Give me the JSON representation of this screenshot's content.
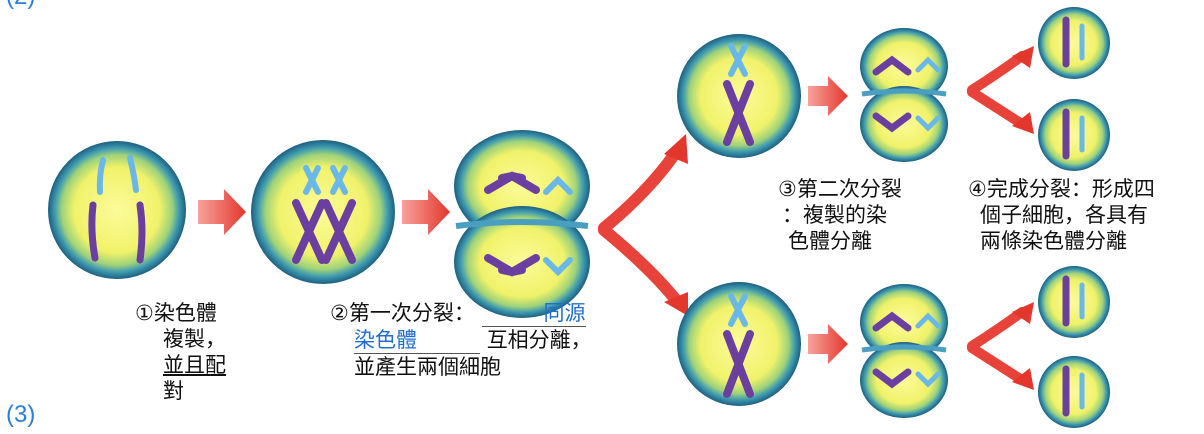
{
  "corner_labels": {
    "top": "(2)",
    "bottom": "(3)"
  },
  "steps": {
    "step1": {
      "lines": [
        "①染色體",
        "複製，",
        "並且配",
        "對"
      ]
    },
    "step2": {
      "prefix": "②第一次分裂：",
      "fill": [
        "同源",
        "染色體"
      ],
      "line2_rest": "互相分離，",
      "line3": "並產生兩個細胞"
    },
    "step3": {
      "lines": [
        "③第二次分裂",
        "：複製的染",
        "色體分離"
      ]
    },
    "step4": {
      "lines": [
        "④完成分裂：形成四",
        "個子細胞，各具有",
        "兩條染色體分離"
      ]
    }
  },
  "colors": {
    "cell_outer": "#1f6d8c",
    "cell_inner": "#f4f47a",
    "arrow": "#e8433a",
    "chromosome_purple": "#6b3fa0",
    "chromosome_blue": "#6ab8e8",
    "fill_text": "#1f6fd0"
  }
}
